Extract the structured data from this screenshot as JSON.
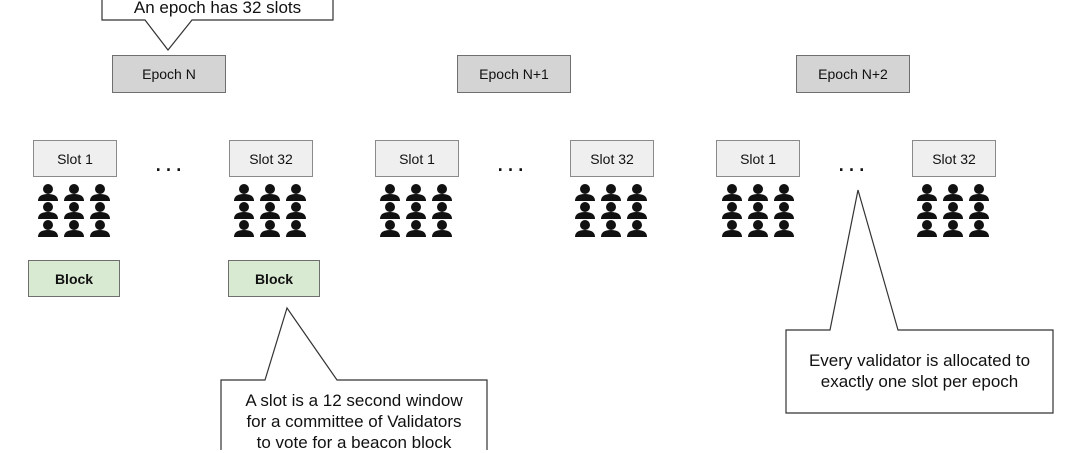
{
  "callouts": {
    "epoch": "An epoch has 32 slots",
    "slot": [
      "A slot is a 12 second window",
      "for a committee of Validators",
      "to vote for a beacon block"
    ],
    "validator": [
      "Every validator is allocated to",
      "exactly one slot per epoch"
    ]
  },
  "epochs": [
    {
      "label": "Epoch N",
      "first_slot": "Slot 1",
      "last_slot": "Slot 32",
      "blocks": [
        "Block",
        "Block"
      ]
    },
    {
      "label": "Epoch N+1",
      "first_slot": "Slot 1",
      "last_slot": "Slot 32"
    },
    {
      "label": "Epoch N+2",
      "first_slot": "Slot 1",
      "last_slot": "Slot 32"
    }
  ],
  "ellipsis": "...",
  "icons": {
    "committee": "people-group-icon"
  }
}
